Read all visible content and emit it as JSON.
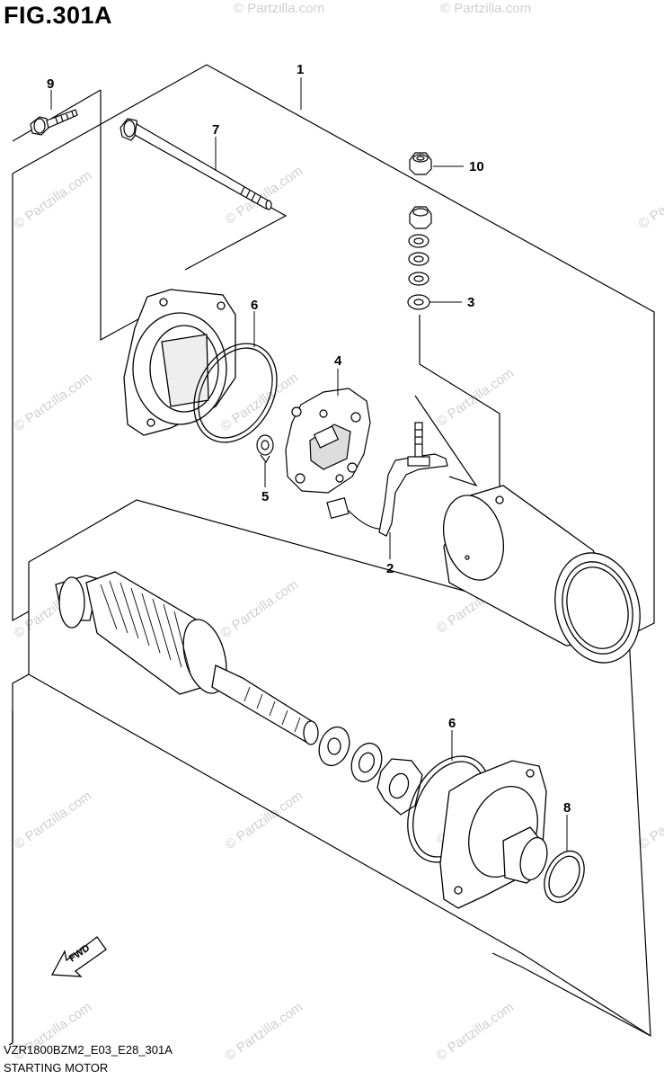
{
  "figure": {
    "title": "FIG.301A",
    "code": "VZR1800BZM2_E03_E28_301A",
    "name": "STARTING MOTOR"
  },
  "watermark": "© Partzilla.com",
  "fwd_label": "FWD",
  "callouts": {
    "c1": "1",
    "c2": "2",
    "c3": "3",
    "c4": "4",
    "c5": "5",
    "c6a": "6",
    "c6b": "6",
    "c7": "7",
    "c8": "8",
    "c9": "9",
    "c10": "10"
  },
  "colors": {
    "line": "#000000",
    "watermark": "#cfcfcf",
    "background": "#ffffff"
  }
}
